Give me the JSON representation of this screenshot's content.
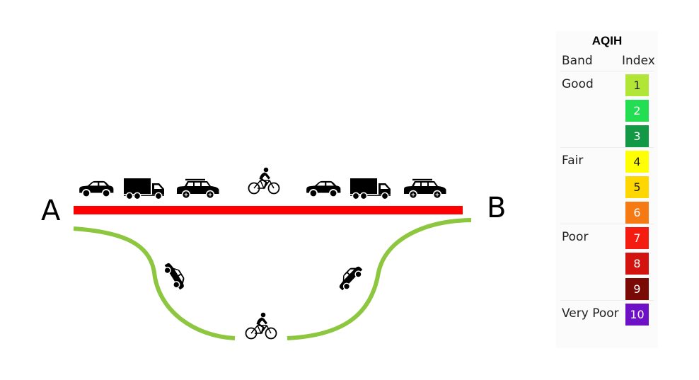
{
  "points": {
    "start": "A",
    "end": "B"
  },
  "route_colors": {
    "main": "#ff0000",
    "alternate": "#8dc63f"
  },
  "icons": {
    "top_road": [
      "car-icon",
      "truck-icon",
      "suv-icon",
      "bicycle-icon",
      "car-icon",
      "truck-icon",
      "suv-icon"
    ],
    "bottom_road": [
      "car-icon",
      "bicycle-icon",
      "car-icon"
    ]
  },
  "aqhi": {
    "title": "AQIH",
    "header_band": "Band",
    "header_index": "Index",
    "bands": [
      {
        "name": "Good",
        "levels": [
          {
            "value": "1",
            "color": "#b2e636",
            "text_color": "#222222"
          },
          {
            "value": "2",
            "color": "#23dd53",
            "text_color": "#ffffff"
          },
          {
            "value": "3",
            "color": "#139845",
            "text_color": "#ffffff"
          }
        ]
      },
      {
        "name": "Fair",
        "levels": [
          {
            "value": "4",
            "color": "#ffff00",
            "text_color": "#222222"
          },
          {
            "value": "5",
            "color": "#ffd700",
            "text_color": "#222222"
          },
          {
            "value": "6",
            "color": "#f57a13",
            "text_color": "#ffffff"
          }
        ]
      },
      {
        "name": "Poor",
        "levels": [
          {
            "value": "7",
            "color": "#f41c10",
            "text_color": "#ffffff"
          },
          {
            "value": "8",
            "color": "#d31310",
            "text_color": "#ffffff"
          },
          {
            "value": "9",
            "color": "#7a0a05",
            "text_color": "#ffffff"
          }
        ]
      },
      {
        "name": "Very Poor",
        "levels": [
          {
            "value": "10",
            "color": "#6e10c6",
            "text_color": "#ffffff"
          }
        ]
      }
    ]
  }
}
